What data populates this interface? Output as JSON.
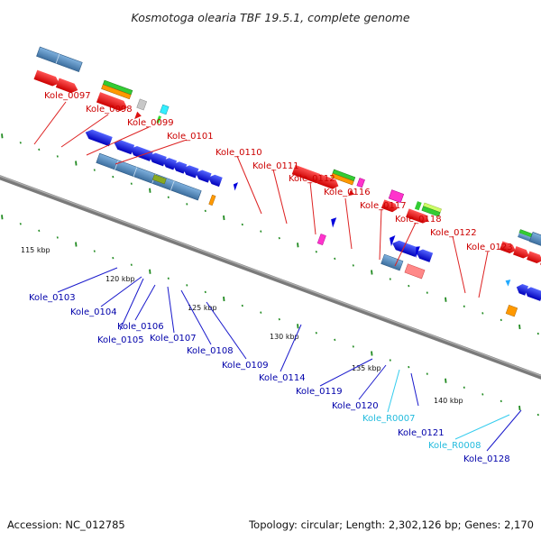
{
  "title": "Kosmotoga olearia TBF 19.5.1, complete genome",
  "footer": {
    "accession": "Accession: NC_012785",
    "summary": "Topology: circular; Length: 2,302,126 bp; Genes: 2,170"
  },
  "colors": {
    "top_label": "#cc0000",
    "bottom_label": "#0000aa",
    "rna_label": "#22bbdd",
    "backbone": "#8a8a8a",
    "tick": "#228b22"
  },
  "ticks": [
    "115 kbp",
    "120 kbp",
    "125 kbp",
    "130 kbp",
    "135 kbp",
    "140 kbp"
  ],
  "labels_top": [
    "Kole_0097",
    "Kole_0098",
    "Kole_0099",
    "Kole_0101",
    "Kole_0110",
    "Kole_0111",
    "Kole_0112",
    "Kole_0116",
    "Kole_0117",
    "Kole_0118",
    "Kole_0122",
    "Kole_0123"
  ],
  "labels_bottom": [
    "Kole_0103",
    "Kole_0104",
    "Kole_0106",
    "Kole_0105",
    "Kole_0107",
    "Kole_0108",
    "Kole_0109",
    "Kole_0114",
    "Kole_0119",
    "Kole_0120",
    "Kole_R0007",
    "Kole_0121",
    "Kole_R0008",
    "Kole_0128"
  ]
}
